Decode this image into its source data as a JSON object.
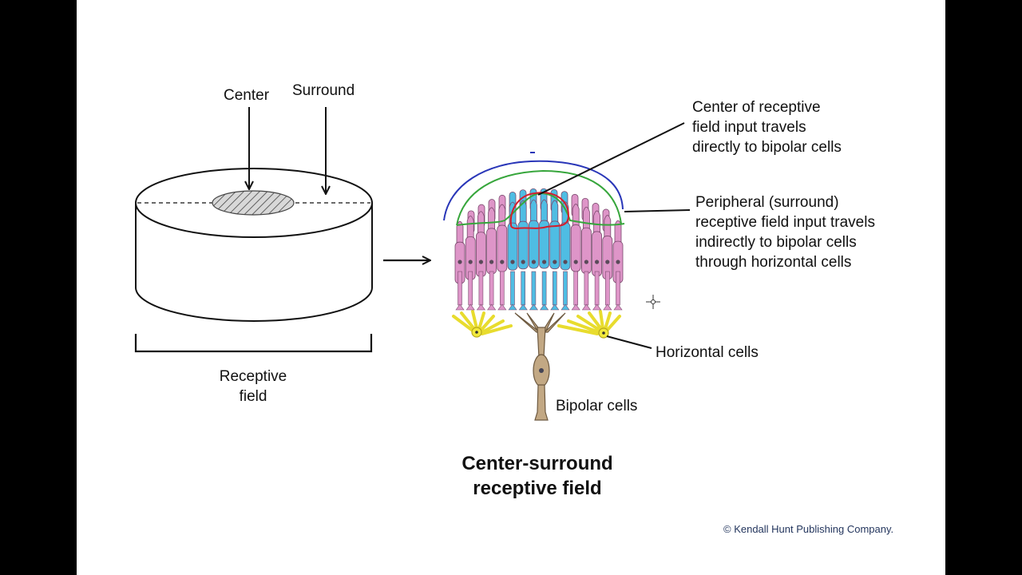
{
  "labels": {
    "center": "Center",
    "surround": "Surround",
    "receptive_field": [
      "Receptive",
      "field"
    ],
    "center_note": [
      "Center of receptive",
      "field input travels",
      "directly to bipolar cells"
    ],
    "peripheral_note": [
      "Peripheral (surround)",
      "receptive field input travels",
      "indirectly to bipolar cells",
      "through horizontal cells"
    ],
    "horizontal_cells": "Horizontal cells",
    "bipolar_cells": "Bipolar cells"
  },
  "title": [
    "Center-surround",
    "receptive field"
  ],
  "copyright": "© Kendall Hunt Publishing Company.",
  "colors": {
    "background": "#ffffff",
    "frame": "#000000",
    "photoreceptor_pink": "#de95c8",
    "photoreceptor_blue": "#4fbde3",
    "horizontal_yellow": "#f2ea3c",
    "bipolar_tan": "#c2a884",
    "annotation_blue": "#2936b8",
    "annotation_green": "#37a63c",
    "annotation_red": "#d41e2c",
    "copyright_text": "#24365e"
  },
  "icons": [
    "hatched-center-disk",
    "crosshair-cursor-icon"
  ]
}
